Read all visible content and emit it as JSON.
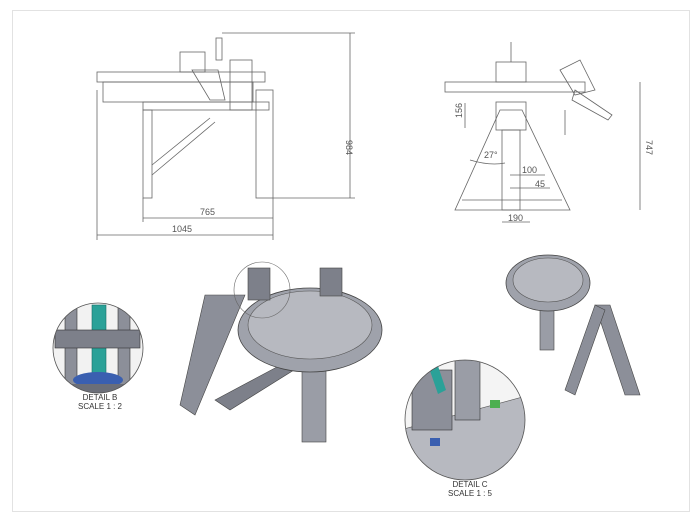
{
  "front_view": {
    "dim_inner_width": "765",
    "dim_overall_width": "1045",
    "dim_height": "984"
  },
  "side_view": {
    "dim_156": "156",
    "dim_angle": "27°",
    "dim_100": "100",
    "dim_45": "45",
    "dim_190": "190",
    "dim_height": "747"
  },
  "detail_b": {
    "title": "DETAIL B",
    "scale": "SCALE 1 : 2"
  },
  "detail_c": {
    "title": "DETAIL C",
    "scale": "SCALE 1 : 5"
  },
  "colors": {
    "line": "#555555",
    "body": "#8c8f99",
    "accent_teal": "#2aa198",
    "accent_blue": "#3a5fb0",
    "accent_green": "#4caf50"
  }
}
